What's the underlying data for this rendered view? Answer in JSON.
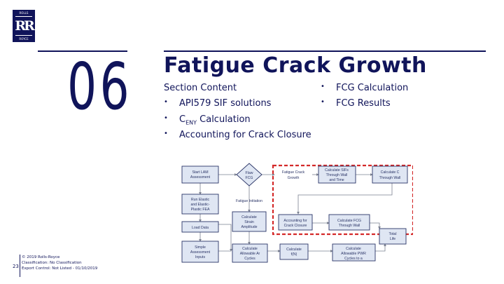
{
  "logo": {
    "top_text": "ROLLS",
    "mark": "RR",
    "bottom_text": "ROYCE"
  },
  "section_number": "06",
  "title": "Fatigue Crack Growth",
  "section_content_label": "Section Content",
  "left_bullets": [
    "API579 SIF solutions",
    "Accounting for Crack Closure"
  ],
  "ceny_bullet": {
    "main": "C",
    "sub": "ENY",
    "rest": " Calculation"
  },
  "right_bullets": [
    "FCG Calculation",
    "FCG Results"
  ],
  "footer": {
    "page": "23",
    "lines": [
      "© 2019 Rolls-Royce",
      "Classification: No Classification",
      "Export Control: Not Listed - 01/10/2019"
    ]
  },
  "diagram": {
    "nodes": {
      "start": [
        "Start LAM",
        "Assessment"
      ],
      "flaw": [
        "Flaw",
        "FCG"
      ],
      "fcg": [
        "Fatigue Crack",
        "Growth"
      ],
      "sifs": [
        "Calculate SIFs",
        "Through Wall",
        "and Time"
      ],
      "ceny": [
        "Calculate C",
        "Through Wall"
      ],
      "fea": [
        "Run Elastic",
        "and Elastic-",
        "Plastic FEA"
      ],
      "initiation": [
        "Fatigue Initiation"
      ],
      "strain": [
        "Calculate",
        "Strain",
        "Amplitude"
      ],
      "closure": [
        "Accounting for",
        "Crack Closure"
      ],
      "fcgtw": [
        "Calculate FCG",
        "Through Wall"
      ],
      "load": [
        "Load Data"
      ],
      "total": [
        "Total",
        "Life"
      ],
      "simple": [
        "Simple",
        "Assessment",
        "Inputs"
      ],
      "allow_cycles": [
        "Calculate",
        "Allowable Ar",
        "Cycles"
      ],
      "nn": [
        "Calculate",
        "f(N)"
      ],
      "pwr": [
        "Calculate",
        "Allowable PWR",
        "Cycles to a"
      ]
    },
    "colors": {
      "box_border": "#2a3466",
      "box_fill": "#dfe6f3",
      "highlight": "#d42a2a",
      "arrow": "#7a8090"
    }
  }
}
